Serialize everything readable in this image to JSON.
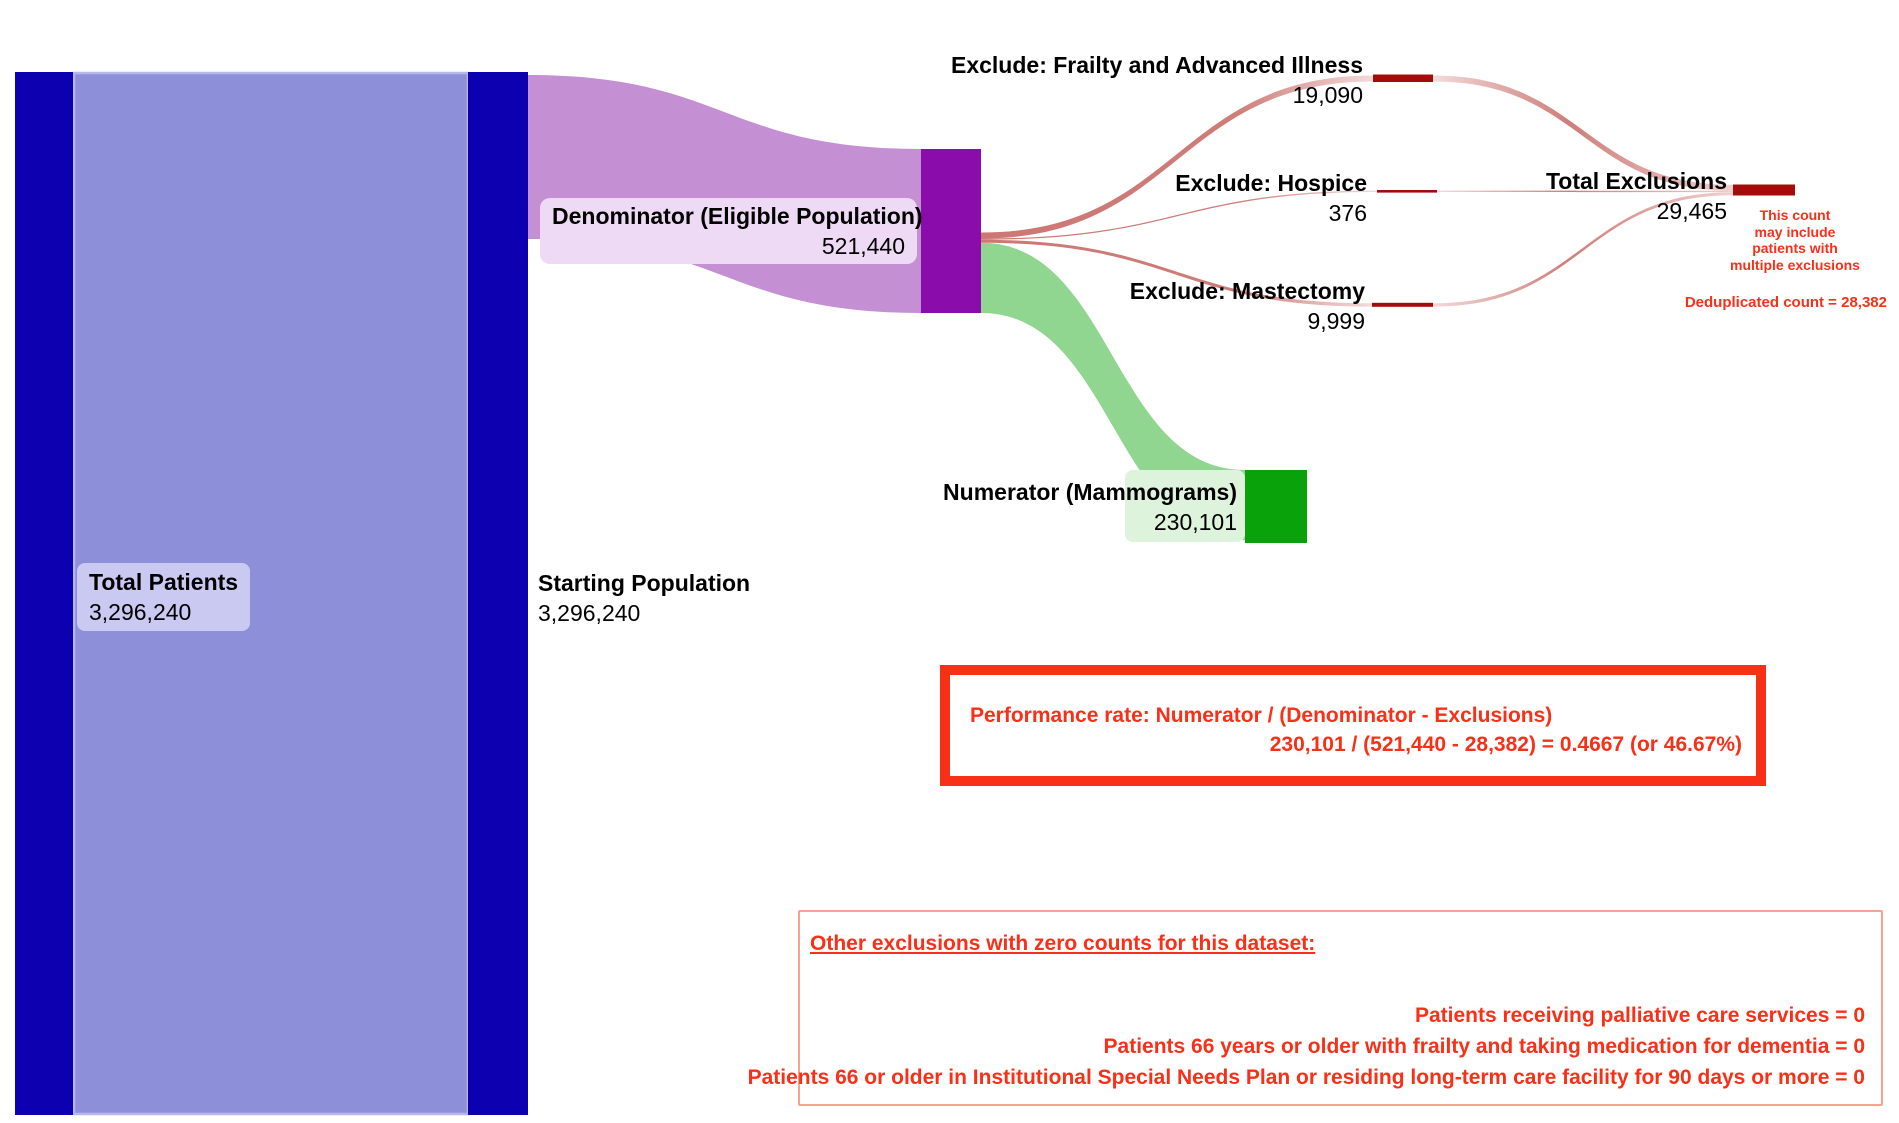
{
  "chart_data": {
    "type": "sankey",
    "title": "",
    "unit": "patients",
    "nodes": [
      {
        "name": "Total Patients",
        "value": 3296240,
        "display": "3,296,240",
        "color": "#0d00b0"
      },
      {
        "name": "Starting Population",
        "value": 3296240,
        "display": "3,296,240",
        "color": "#0d00b0"
      },
      {
        "name": "Denominator (Eligible Population)",
        "value": 521440,
        "display": "521,440",
        "color": "#8a0caa"
      },
      {
        "name": "Exclude: Frailty and Advanced Illness",
        "value": 19090,
        "display": "19,090",
        "color": "#a40c0c"
      },
      {
        "name": "Exclude: Hospice",
        "value": 376,
        "display": "376",
        "color": "#a40c0c"
      },
      {
        "name": "Exclude: Mastectomy",
        "value": 9999,
        "display": "9,999",
        "color": "#a40c0c"
      },
      {
        "name": "Total Exclusions",
        "value": 29465,
        "display": "29,465",
        "color": "#a40c0c"
      },
      {
        "name": "Numerator (Mammograms)",
        "value": 230101,
        "display": "230,101",
        "color": "#0aa20a"
      }
    ],
    "links": [
      {
        "source": "Total Patients",
        "target": "Starting Population",
        "value": 3296240,
        "color": "#8d90d9"
      },
      {
        "source": "Starting Population",
        "target": "Denominator (Eligible Population)",
        "value": 521440,
        "color": "#c48fd3"
      },
      {
        "source": "Denominator (Eligible Population)",
        "target": "Exclude: Frailty and Advanced Illness",
        "value": 19090,
        "color": "#cd7a76"
      },
      {
        "source": "Denominator (Eligible Population)",
        "target": "Exclude: Hospice",
        "value": 376,
        "color": "#cd7a76"
      },
      {
        "source": "Denominator (Eligible Population)",
        "target": "Exclude: Mastectomy",
        "value": 9999,
        "color": "#cd7a76"
      },
      {
        "source": "Denominator (Eligible Population)",
        "target": "Numerator (Mammograms)",
        "value": 230101,
        "color": "#90d690"
      },
      {
        "source": "Exclude: Frailty and Advanced Illness",
        "target": "Total Exclusions",
        "value": 19090,
        "color": "#cd7a76"
      },
      {
        "source": "Exclude: Hospice",
        "target": "Total Exclusions",
        "value": 376,
        "color": "#cd7a76"
      },
      {
        "source": "Exclude: Mastectomy",
        "target": "Total Exclusions",
        "value": 9999,
        "color": "#cd7a76"
      }
    ],
    "legend": "none",
    "grid": "off"
  },
  "annotations": {
    "exclusion_note_lines": [
      "This count",
      "may include",
      "patients with",
      "multiple exclusions"
    ],
    "dedup_note": "Deduplicated count = 28,382",
    "performance_line1": "Performance rate: Numerator / (Denominator - Exclusions)",
    "performance_line2": "230,101 / (521,440 - 28,382) = 0.4667 (or 46.67%)",
    "other_exclusions_title": "Other exclusions with zero counts for this dataset:",
    "other_exclusions_items": [
      "Patients receiving palliative care services = 0",
      "Patients 66 years or older with frailty and taking medication for dementia = 0",
      "Patients 66 or older in Institutional Special Needs Plan or residing long-term care facility for 90 days or more = 0"
    ]
  },
  "colors": {
    "accent_red": "#f93018",
    "soft_red_border": "#f6a392",
    "node_blue": "#0d00b0",
    "node_purple": "#8a0caa",
    "node_green": "#0aa20a",
    "node_dark_red": "#a40c0c",
    "flow_periwinkle": "#8d90d9",
    "flow_violet": "#c48fd3",
    "flow_green": "#90d690",
    "flow_salmon": "#cd7a76",
    "flow_pink_light": "#f2dad9",
    "box_lavender": "#c9c9f2",
    "box_light_purple": "#eedaf4",
    "box_light_green": "#def3dc"
  }
}
